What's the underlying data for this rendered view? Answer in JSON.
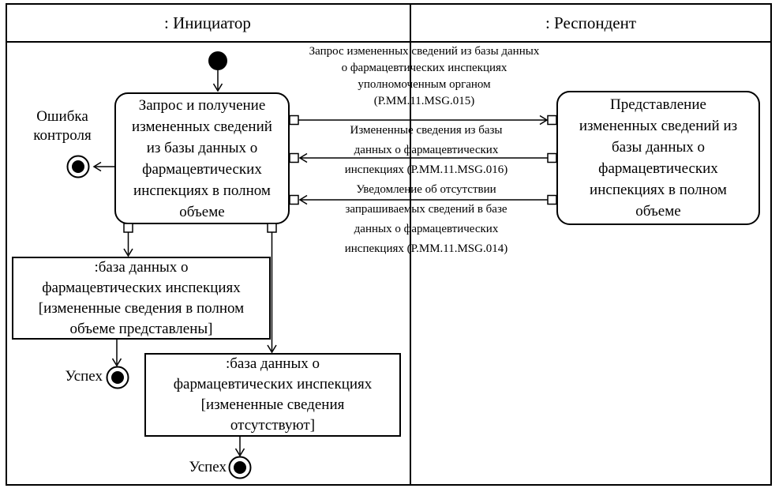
{
  "diagram": {
    "kind": "uml-activity-swimlane",
    "lane_headers": [
      ": Инициатор",
      ": Респондент"
    ],
    "activities": {
      "initiator": {
        "label": "Запрос и получение\nизмененных сведений\nиз базы данных о\nфармацевтических\nинспекциях в полном\nобъеме"
      },
      "respondent": {
        "label": "Представление\nизмененных сведений из\nбазы данных о\nфармацевтических\nинспекциях в полном\nобъеме"
      }
    },
    "objects": {
      "full": {
        "label": ":база данных о\nфармацевтических инспекциях\n[измененные сведения в полном\nобъеме представлены]"
      },
      "absent": {
        "label": ":база данных о\nфармацевтических инспекциях\n[измененные сведения\nотсутствуют]"
      }
    },
    "messages": [
      {
        "label": "Запрос измененных сведений из базы данных\nо фармацевтических инспекциях\nуполномоченным органом\n(Р.ММ.11.MSG.015)",
        "direction": "initiator-to-respondent"
      },
      {
        "label": "Измененные сведения из базы\nданных о фармацевтических\nинспекциях (Р.ММ.11.MSG.016)",
        "direction": "respondent-to-initiator"
      },
      {
        "label": "Уведомление об отсутствии\nзапрашиваемых сведений в базе\nданных о фармацевтических\nинспекциях (Р.ММ.11.MSG.014)",
        "direction": "respondent-to-initiator"
      }
    ],
    "annotations": {
      "error": "Ошибка\nконтроля",
      "success_full": "Успех",
      "success_absent": "Успех"
    },
    "colors": {
      "line": "#000000",
      "background": "#ffffff",
      "text": "#000000"
    }
  }
}
